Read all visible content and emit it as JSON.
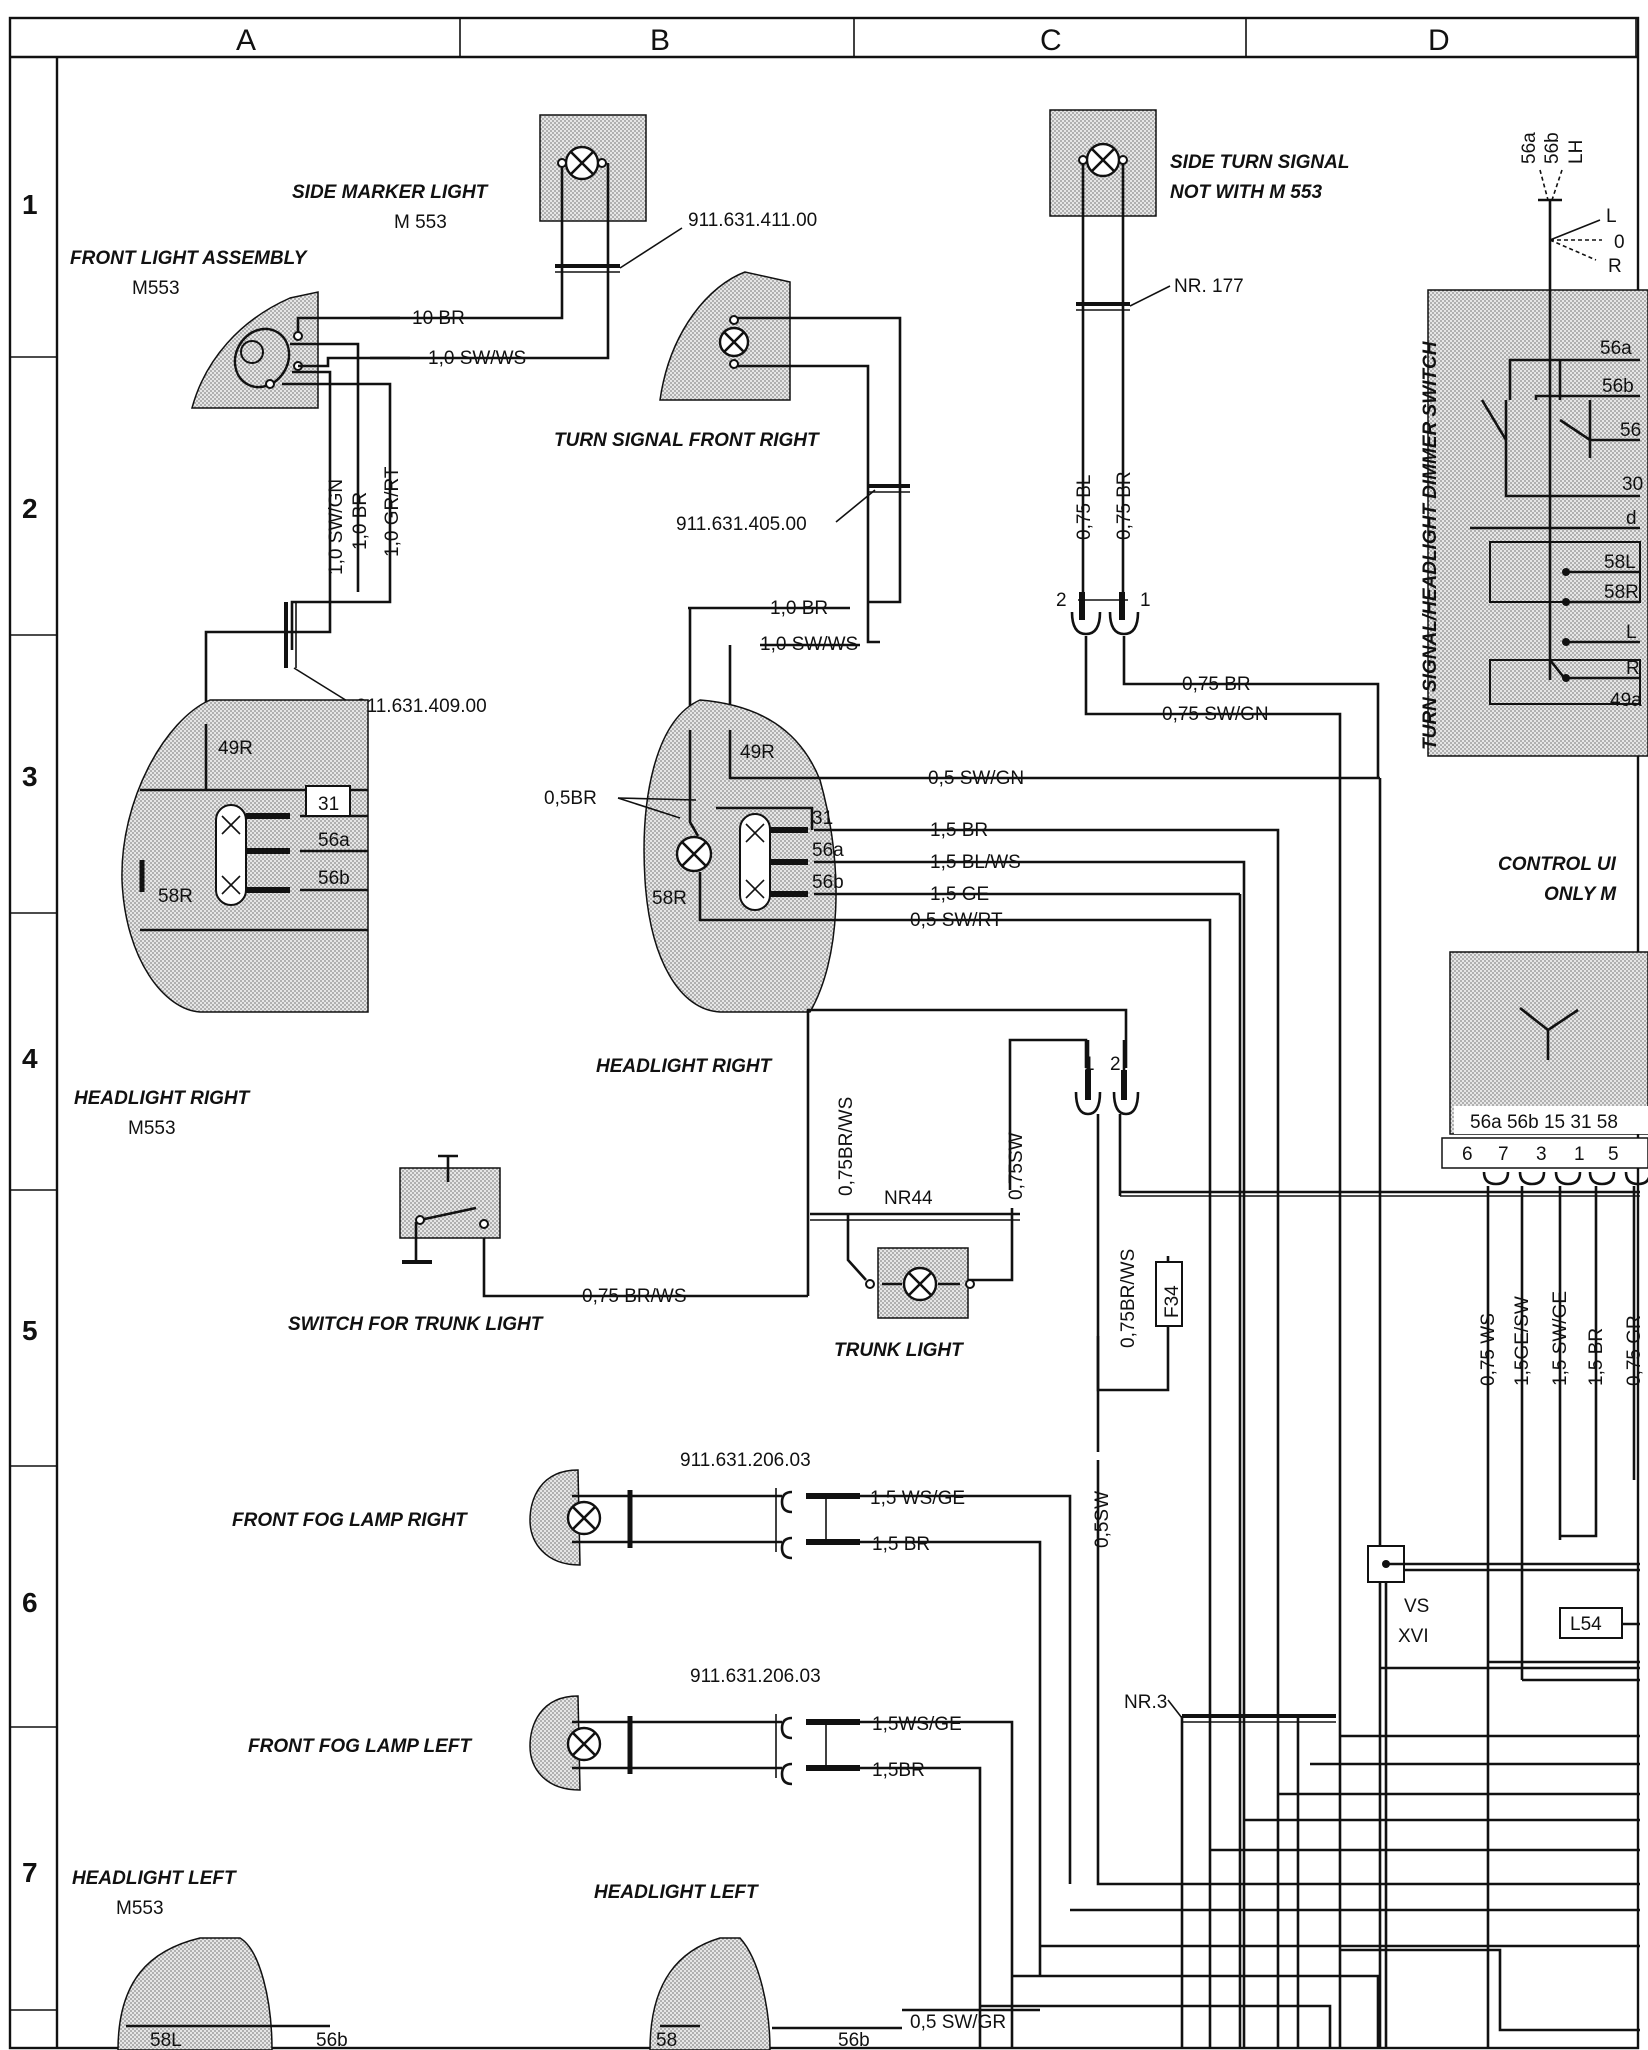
{
  "columns": [
    "A",
    "B",
    "C",
    "D"
  ],
  "rows": [
    "1",
    "2",
    "3",
    "4",
    "5",
    "6",
    "7"
  ],
  "components": {
    "side_marker_light": "SIDE MARKER LIGHT",
    "side_marker_variant": "M 553",
    "front_light_assembly": "FRONT LIGHT ASSEMBLY",
    "front_light_variant": "M553",
    "turn_signal_front_right": "TURN SIGNAL FRONT RIGHT",
    "side_turn_signal_l1": "SIDE TURN SIGNAL",
    "side_turn_signal_l2": "NOT WITH M 553",
    "headlight_right_a": "HEADLIGHT RIGHT",
    "headlight_right_a_variant": "M553",
    "headlight_right_b": "HEADLIGHT RIGHT",
    "switch_trunk_light": "SWITCH FOR TRUNK LIGHT",
    "trunk_light": "TRUNK LIGHT",
    "front_fog_right": "FRONT FOG LAMP RIGHT",
    "front_fog_left": "FRONT FOG LAMP LEFT",
    "headlight_left_a": "HEADLIGHT LEFT",
    "headlight_left_a_variant": "M553",
    "headlight_left_b": "HEADLIGHT LEFT",
    "dimmer_switch": "TURN SIGNAL/HEADLIGHT DIMMER SWITCH",
    "control_unit_l1": "CONTROL UI",
    "control_unit_l2": "ONLY M"
  },
  "part_numbers": {
    "p411": "911.631.411.00",
    "p405": "911.631.405.00",
    "p409": "911.631.409.00",
    "p206a": "911.631.206.03",
    "p206b": "911.631.206.03",
    "nr177": "NR. 177",
    "nr44": "NR44",
    "nr3": "NR.3",
    "f34": "F34",
    "l54": "L54",
    "vs": "VS",
    "xvi": "XVI"
  },
  "wires": {
    "w10br": "10 BR",
    "w10swws": "1,0 SW/WS",
    "w10swgn": "1,0 SW/GN",
    "w10br_v": "1,0 BR",
    "w10grrt": "1,0 GR/RT",
    "w10br_b": "1,0 BR",
    "w10swws_b": "1,0 SW/WS",
    "w075bl": "0,75 BL",
    "w075br_v": "0,75 BR",
    "w075br": "0,75 BR",
    "w075swgn": "0,75 SW/GN",
    "w05br": "0,5BR",
    "w05swgn": "0,5 SW/GN",
    "w15br": "1,5 BR",
    "w15blws": "1,5 BL/WS",
    "w15ge": "1,5 GE",
    "w05swrt": "0,5 SW/RT",
    "w075brws_v": "0,75BR/WS",
    "w075sw_v": "0,75SW",
    "w075brws": "0,75 BR/WS",
    "w075brws_v2": "0,75BR/WS",
    "w05sw_v": "0,5SW",
    "w15wsge": "1,5 WS/GE",
    "w15br_fog": "1,5 BR",
    "w15wsge_l": "1,5WS/GE",
    "w15br_l": "1,5BR",
    "w075ws": "0,75 WS",
    "w15gesw": "1,5GE/SW",
    "w15swge": "1,5 SW/GE",
    "w15br_cu": "1,5 BR",
    "w075gr": "0,75 GR",
    "w05swgr": "0,5 SW/GR"
  },
  "terminals": {
    "t31": "31",
    "t56a": "56a",
    "t56b": "56b",
    "t58r": "58R",
    "t49r": "49R",
    "t31b": "31",
    "t56ab": "56a",
    "t56bb": "56b",
    "t58rb": "58R",
    "t49rb": "49R",
    "c2": "2",
    "c1": "1",
    "c1b": "1",
    "c2b": "2",
    "d56a": "56a",
    "d56b": "56b",
    "dlh": "LH",
    "dL": "L",
    "d0": "0",
    "dR": "R",
    "s56a": "56a",
    "s56b": "56b",
    "s56": "56",
    "s30": "30",
    "sd": "d",
    "s58l": "58L",
    "s58r": "58R",
    "sL": "L",
    "sR": "R",
    "s49a": "49a",
    "cu_pins": "56a 56b 15  31  58",
    "p6": "6",
    "p7": "7",
    "p3": "3",
    "p1": "1",
    "p5": "5",
    "bl58l": "58L",
    "bl56b": "56b",
    "bb58": "58",
    "bb56b": "56b"
  }
}
